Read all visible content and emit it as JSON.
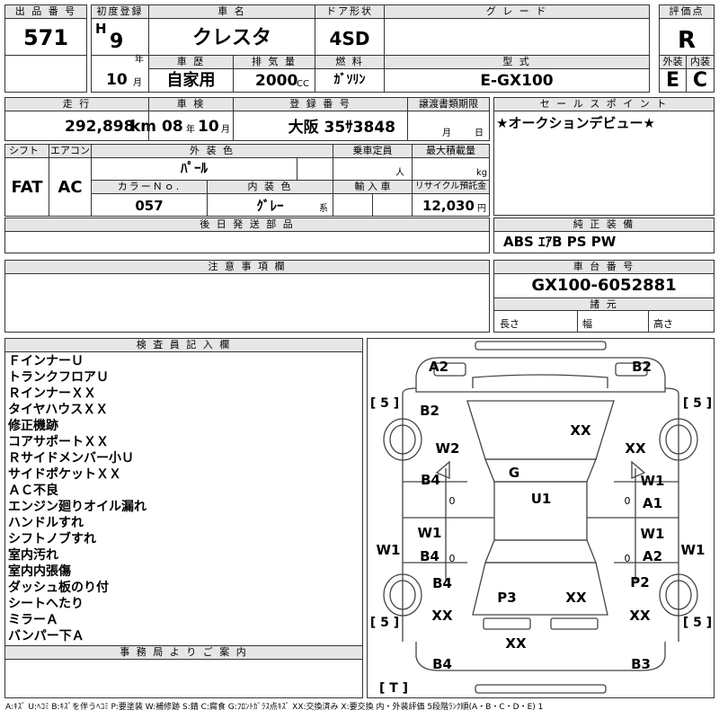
{
  "labels": {
    "lot_no": "出 品 番 号",
    "first_reg": "初度登録",
    "car_name": "車 名",
    "door": "ドア形状",
    "grade": "グ レ ー ド",
    "score": "評価点",
    "history": "車 歴",
    "displacement": "排 気 量",
    "fuel": "燃 料",
    "model": "型 式",
    "exterior": "外装",
    "interior": "内装",
    "mileage": "走 行",
    "inspection": "車 検",
    "reg_no": "登 録 番 号",
    "transfer_deadline": "譲渡書類期限",
    "sales_point": "セ ー ル ス ポ イ ン ト",
    "shift": "シフト",
    "aircon": "エアコン",
    "body_color": "外 装 色",
    "capacity": "乗車定員",
    "max_load": "最大積載量",
    "color_no": "カラーＮｏ.",
    "interior_color": "内 装 色",
    "import": "輸 入 車",
    "recycle": "リサイクル預託金",
    "later_parts": "後 日 発 送 部 品",
    "genuine_equipment": "純 正 装 備",
    "caution": "注 意 事 項 欄",
    "chassis_no": "車 台 番 号",
    "specs": "諸 元",
    "length": "長さ",
    "width": "幅",
    "height": "高さ",
    "inspector": "検 査 員 記 入 欄",
    "office": "事 務 局 よ り ご 案 内"
  },
  "units": {
    "year": "年",
    "month": "月",
    "day": "日",
    "cc": "CC",
    "km": "km",
    "person": "人",
    "kg": "kg",
    "yen": "円",
    "kei": "系"
  },
  "vehicle": {
    "lot_no": "571",
    "era": "H",
    "first_reg_year": "9",
    "first_reg_month": "10",
    "car_name": "クレスタ",
    "door": "4SD",
    "grade": "",
    "score": "R",
    "history": "自家用",
    "displacement": "2000",
    "fuel": "ｶﾞｿﾘﾝ",
    "model": "E-GX100",
    "exterior": "E",
    "interior": "C",
    "mileage": "292,898",
    "inspection_year": "08",
    "inspection_month": "10",
    "reg_no": "大阪 35ｻ3848",
    "shift": "FAT",
    "aircon": "AC",
    "body_color": "ﾊﾟｰﾙ",
    "color_no": "057",
    "interior_color": "ｸﾞﾚｰ",
    "recycle": "12,030",
    "sales_point": "★オークションデビュー★",
    "equipment": "ABS ｴｱB PS PW",
    "chassis_no": "GX100-6052881"
  },
  "inspector_notes": [
    "ＦインナーＵ",
    "トランクフロアＵ",
    "ＲインナーＸＸ",
    "タイヤハウスＸＸ",
    "修正機跡",
    "コアサポートＸＸ",
    "Ｒサイドメンバー小Ｕ",
    "サイドポケットＸＸ",
    "ＡＣ不良",
    "エンジン廻りオイル漏れ",
    "ハンドルすれ",
    "シフトノブすれ",
    "室内汚れ",
    "室内内張傷",
    "ダッシュ板のり付",
    "シートへたり",
    "ミラーＡ",
    "バンパー下Ａ"
  ],
  "diagram": {
    "tire_left_front": "[ 5 ]",
    "tire_right_front": "[ 5 ]",
    "tire_left_rear": "[ 5 ]",
    "tire_right_rear": "[ 5 ]",
    "spare": "[ T ]",
    "marks": {
      "front_bumper_l": "A2",
      "front_bumper_r": "B2",
      "fender_fl": "B2",
      "hood": "XX",
      "fender_fr": "XX",
      "pillar_l": "W2",
      "windshield": "G",
      "door_fl": "B4",
      "door_fr": "W1",
      "roof": "U1",
      "door_fr2": "A1",
      "door_rl": "W1",
      "door_rr": "W1",
      "side_l": "W1",
      "side_r": "W1",
      "door_rl2": "B4",
      "door_rr2": "A2",
      "qp_l": "B4",
      "qp_r": "P2",
      "rear_glass": "P3",
      "trunk": "XX",
      "rear_l": "XX",
      "rear_r": "XX",
      "bumper_rear": "XX",
      "rear_corner_l": "B4",
      "rear_corner_r": "B3",
      "sill_l": "0",
      "sill_r": "0",
      "sill_l2": "0",
      "sill_r2": "0"
    }
  },
  "legend": "A:ｷｽﾞ U:ﾍｺﾐ B:ｷｽﾞを伴うﾍｺﾐ P:要塗装 W:補修跡 S:錆 C:腐食 G:ﾌﾛﾝﾄｶﾞﾗｽ点ｷｽﾞ XX:交換済み X:要交換  内・外装評価 5段階ﾗﾝｸ順(A・B・C・D・E) 1"
}
